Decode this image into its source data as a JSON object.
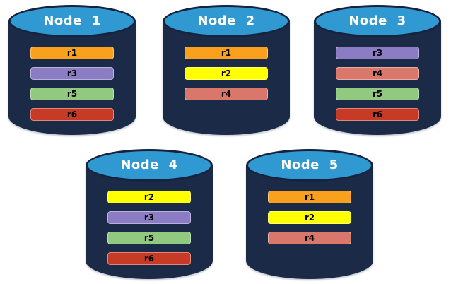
{
  "cylinder_colors": {
    "top": "#3199D1",
    "body": "#1B2A46",
    "outline": "#15233E",
    "title_text": "#FFFFFF"
  },
  "replica_palette": {
    "r1": "#F9A11C",
    "r2": "#FFFF00",
    "r3": "#8B7CC4",
    "r4": "#D9776A",
    "r5": "#90C97F",
    "r6": "#C63A26"
  },
  "nodes": [
    {
      "title": "Node 1",
      "replicas": [
        {
          "label": "r1",
          "color": "#F9A11C"
        },
        {
          "label": "r3",
          "color": "#8B7CC4"
        },
        {
          "label": "r5",
          "color": "#90C97F"
        },
        {
          "label": "r6",
          "color": "#C63A26"
        }
      ]
    },
    {
      "title": "Node 2",
      "replicas": [
        {
          "label": "r1",
          "color": "#F9A11C"
        },
        {
          "label": "r2",
          "color": "#FFFF00"
        },
        {
          "label": "r4",
          "color": "#D9776A"
        }
      ]
    },
    {
      "title": "Node 3",
      "replicas": [
        {
          "label": "r3",
          "color": "#8B7CC4"
        },
        {
          "label": "r4",
          "color": "#D9776A"
        },
        {
          "label": "r5",
          "color": "#90C97F"
        },
        {
          "label": "r6",
          "color": "#C63A26"
        }
      ]
    },
    {
      "title": "Node 4",
      "replicas": [
        {
          "label": "r2",
          "color": "#FFFF00"
        },
        {
          "label": "r3",
          "color": "#8B7CC4"
        },
        {
          "label": "r5",
          "color": "#90C97F"
        },
        {
          "label": "r6",
          "color": "#C63A26"
        }
      ]
    },
    {
      "title": "Node 5",
      "replicas": [
        {
          "label": "r1",
          "color": "#F9A11C"
        },
        {
          "label": "r2",
          "color": "#FFFF00"
        },
        {
          "label": "r4",
          "color": "#D9776A"
        }
      ]
    }
  ]
}
